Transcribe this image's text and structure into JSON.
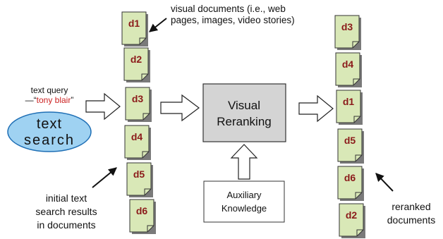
{
  "search_block": {
    "query_caption": "text query",
    "query_prefix": "—“",
    "query_term": "tony blair",
    "query_suffix": "”",
    "search_line1": "text",
    "search_line2": "search"
  },
  "initial_results": {
    "docs": [
      "d1",
      "d2",
      "d3",
      "d4",
      "d5",
      "d6"
    ],
    "caption_lines": [
      "initial text",
      "search results",
      "in documents"
    ]
  },
  "visual_docs_note": {
    "lines": [
      "visual documents (i.e., web",
      "pages, images, video stories)"
    ]
  },
  "reranking_box": {
    "line1": "Visual",
    "line2": "Reranking"
  },
  "auxiliary_box": {
    "line1": "Auxiliary",
    "line2": "Knowledge"
  },
  "reranked": {
    "docs": [
      "d3",
      "d4",
      "d1",
      "d5",
      "d6",
      "d2"
    ],
    "caption_lines": [
      "reranked",
      "documents"
    ]
  },
  "colors": {
    "doc_fill": "#d9e8b7",
    "doc_label": "#8b1a1a",
    "query_term": "#cc2222",
    "ellipse_fill": "#9fd2f2",
    "box_fill": "#d4d4d4"
  }
}
